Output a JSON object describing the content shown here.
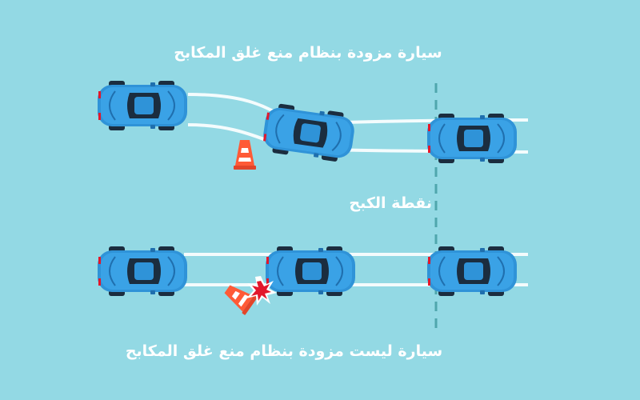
{
  "colors": {
    "background": "#93d9e4",
    "road_track": "#ffffff",
    "car_body": "#2f93d8",
    "car_shade": "#1f6fae",
    "car_window": "#1b2d3f",
    "cone": "#ff5a36",
    "impact": "#e2172b",
    "braking_line": "#4fa6ad"
  },
  "labels": {
    "top_scenario": "سيارة مزودة بنظام منع غلق المكابح",
    "braking_point": "نقطة الكبح",
    "bottom_scenario": "سيارة ليست مزودة بنظام منع غلق المكابح"
  },
  "icons": {
    "car": "car-top-view-icon",
    "cone": "traffic-cone-icon",
    "impact": "collision-burst-icon"
  }
}
